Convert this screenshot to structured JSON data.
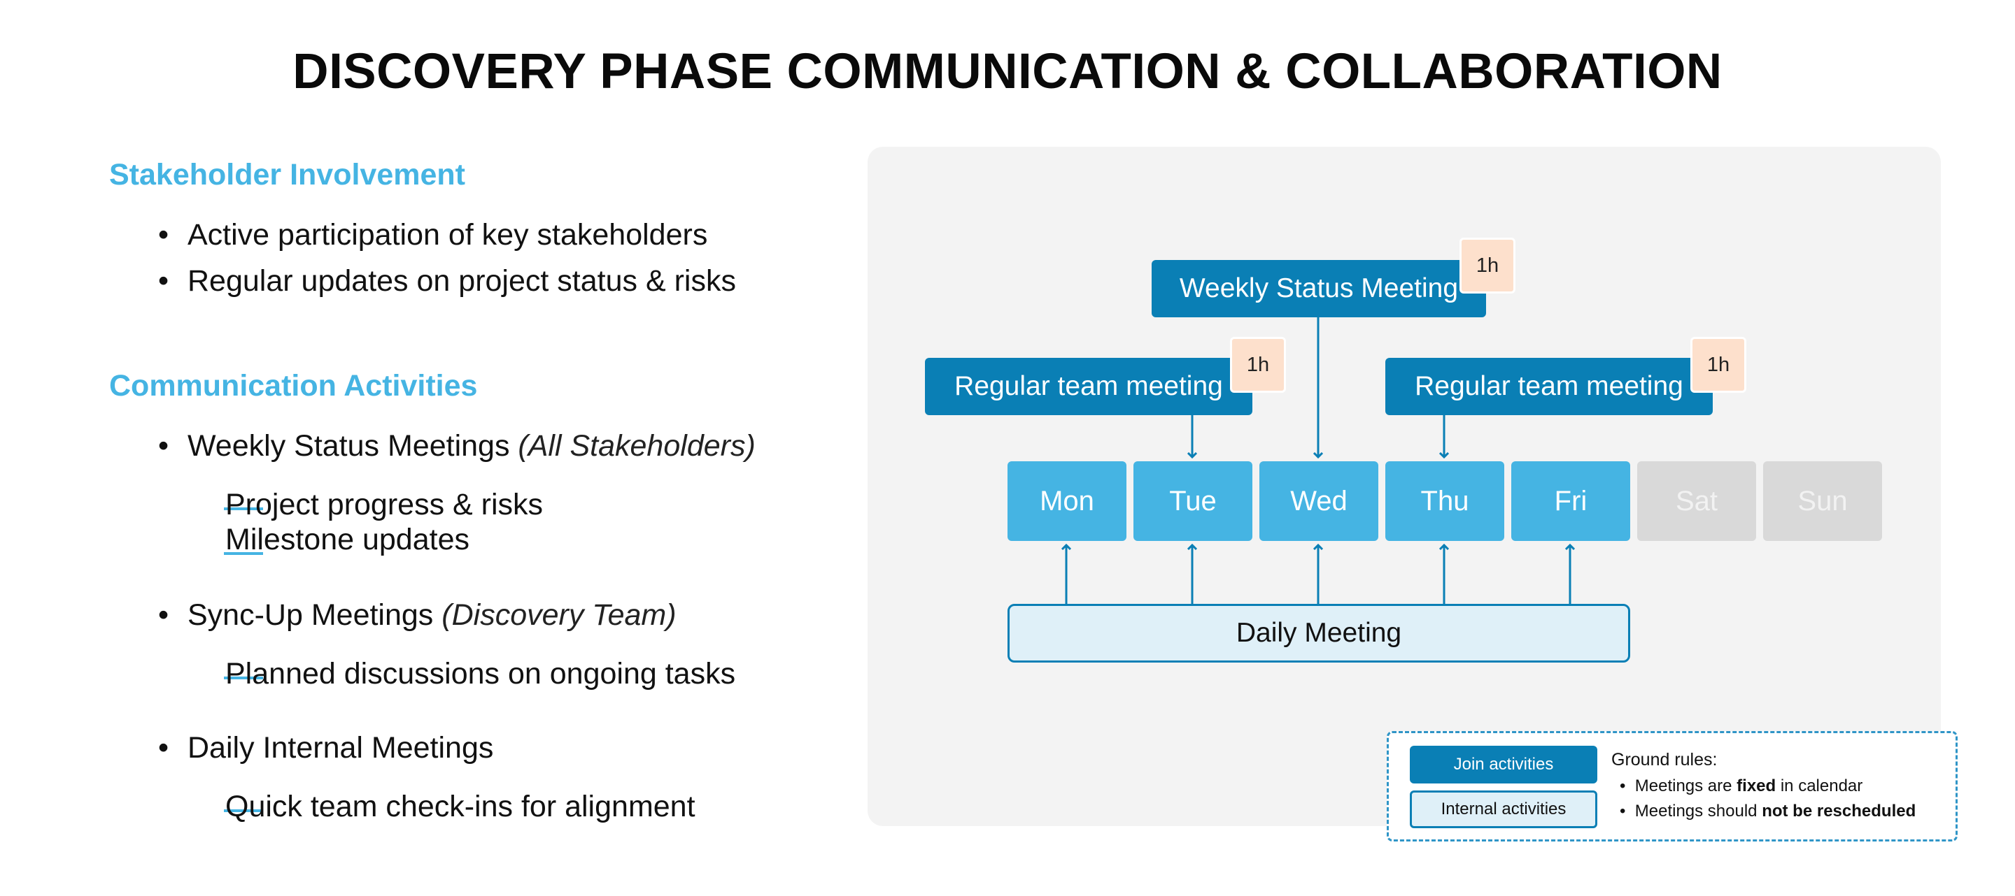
{
  "title": "DISCOVERY PHASE COMMUNICATION & COLLABORATION",
  "left": {
    "stakeholder": {
      "heading": "Stakeholder Involvement",
      "bullets": [
        "Active participation of key stakeholders",
        "Regular updates on project status & risks"
      ]
    },
    "communication": {
      "heading": "Communication Activities",
      "items": [
        {
          "label": "Weekly Status Meetings",
          "note": "(All Stakeholders)",
          "subs": [
            "Project progress & risks",
            "Milestone updates"
          ]
        },
        {
          "label": "Sync-Up Meetings",
          "note": "(Discovery Team)",
          "subs": [
            "Planned discussions on ongoing tasks"
          ]
        },
        {
          "label": "Daily Internal Meetings",
          "note": "",
          "subs": [
            "Quick team check-ins for alignment"
          ]
        }
      ]
    }
  },
  "diagram": {
    "weekly_meeting": {
      "label": "Weekly Status Meeting",
      "duration": "1h"
    },
    "team_meeting_left": {
      "label": "Regular team meeting",
      "duration": "1h"
    },
    "team_meeting_right": {
      "label": "Regular team meeting",
      "duration": "1h"
    },
    "days": [
      "Mon",
      "Tue",
      "Wed",
      "Thu",
      "Fri",
      "Sat",
      "Sun"
    ],
    "daily_meeting": "Daily Meeting"
  },
  "legend": {
    "join": "Join activities",
    "internal": "Internal activities",
    "rules_heading": "Ground rules:",
    "rule1": {
      "prefix": "Meetings are ",
      "bold": "fixed",
      "suffix": " in calendar"
    },
    "rule2": {
      "prefix": "Meetings should ",
      "bold": "not be rescheduled",
      "suffix": ""
    }
  },
  "colors": {
    "accent_light": "#45b4e3",
    "accent_dark": "#0a7fb5",
    "badge": "#fde0cc",
    "internal_fill": "#dff0f8",
    "weekend": "#d9d9d9"
  }
}
